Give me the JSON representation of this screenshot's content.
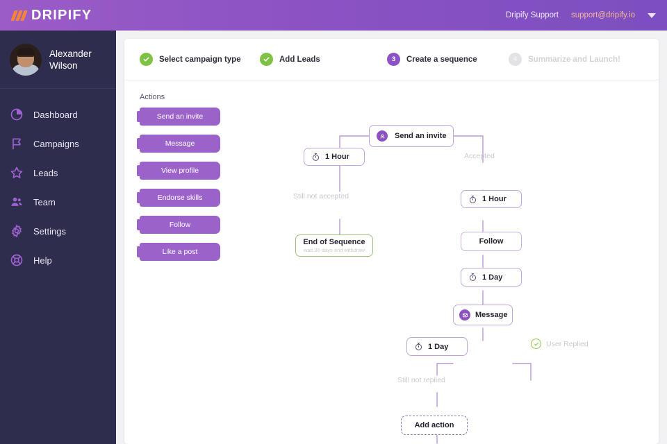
{
  "topbar": {
    "brand": "DRIPIFY",
    "brand_icon": "slashes-logo-icon",
    "support_name": "Dripify Support",
    "support_email": "support@dripify.io",
    "chevron_icon": "chevron-down-icon",
    "accent": "#8c52c4",
    "logo_accent": "#f2843c"
  },
  "sidebar": {
    "user": {
      "name": "Alexander Wilson",
      "avatar_icon": "avatar"
    },
    "bg": "#2e2d4d",
    "icon_color": "#9f62d4",
    "items": [
      {
        "label": "Dashboard",
        "icon": "pie-chart-icon"
      },
      {
        "label": "Campaigns",
        "icon": "flag-icon"
      },
      {
        "label": "Leads",
        "icon": "star-icon"
      },
      {
        "label": "Team",
        "icon": "team-icon"
      },
      {
        "label": "Settings",
        "icon": "gear-icon"
      },
      {
        "label": "Help",
        "icon": "lifebuoy-icon"
      }
    ]
  },
  "steps": [
    {
      "label": "Select campaign type",
      "state": "done",
      "marker": "check-icon"
    },
    {
      "label": "Add Leads",
      "state": "done",
      "marker": "check-icon"
    },
    {
      "label": "Create a sequence",
      "state": "active",
      "marker": "3"
    },
    {
      "label": "Summarize and Launch!",
      "state": "todo",
      "marker": "4"
    }
  ],
  "actions": {
    "title": "Actions",
    "items": [
      {
        "label": "Send an invite"
      },
      {
        "label": "Message"
      },
      {
        "label": "View profile"
      },
      {
        "label": "Endorse skills"
      },
      {
        "label": "Follow"
      },
      {
        "label": "Like a post"
      }
    ],
    "color": "#9b63ca"
  },
  "flow": {
    "nodes": [
      {
        "id": "send_invite",
        "label": "Send an invite",
        "icon": "invite-icon",
        "type": "action"
      },
      {
        "id": "wait_1_hour_left",
        "label": "1 Hour",
        "icon": "timer-icon",
        "type": "delay"
      },
      {
        "id": "end_of_sequence",
        "label": "End of Sequence",
        "sub": "wait 30 days and withdraw",
        "type": "end"
      },
      {
        "id": "wait_1_hour_right",
        "label": "1 Hour",
        "icon": "timer-icon",
        "type": "delay"
      },
      {
        "id": "follow",
        "label": "Follow",
        "type": "action"
      },
      {
        "id": "wait_1_day_right",
        "label": "1 Day",
        "icon": "timer-icon",
        "type": "delay"
      },
      {
        "id": "message",
        "label": "Message",
        "icon": "message-icon",
        "type": "action"
      },
      {
        "id": "wait_1_day_bottom",
        "label": "1 Day",
        "icon": "timer-icon",
        "type": "delay"
      },
      {
        "id": "add_action",
        "label": "Add action",
        "type": "add"
      }
    ],
    "labels": [
      {
        "id": "still_not_accepted",
        "text": "Still not accepted"
      },
      {
        "id": "accepted",
        "text": "Accepted"
      },
      {
        "id": "user_replied",
        "text": "User Replied",
        "icon": "check-circle-icon"
      },
      {
        "id": "still_not_replied",
        "text": "Still not replied"
      }
    ],
    "line_color": "#b69ad6",
    "node_border": "#c4a6e0",
    "end_border": "#9dc27f",
    "label_color": "#c9c9d2"
  }
}
